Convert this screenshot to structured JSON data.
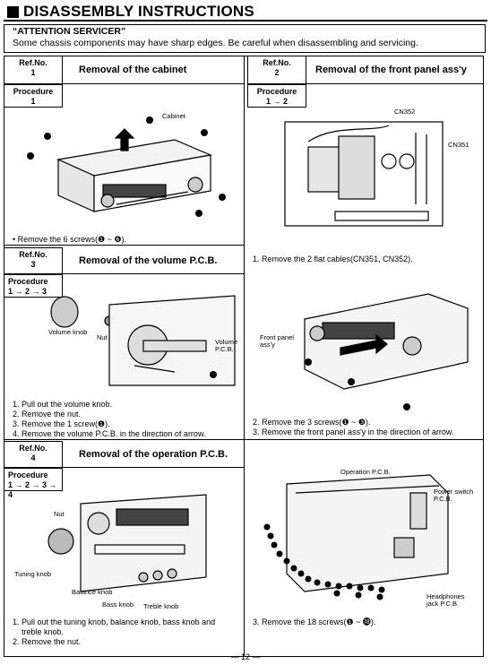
{
  "header": {
    "title": "DISASSEMBLY INSTRUCTIONS"
  },
  "attention": {
    "heading": "“ATTENTION SERVICER”",
    "text": "Some chassis components may have sharp edges.  Be careful when disassembling and servicing."
  },
  "sections": [
    {
      "ref_label": "Ref.No.",
      "ref_no": "1",
      "title": "Removal of the cabinet",
      "proc_label": "Procedure",
      "proc_seq": "1",
      "labels": {
        "cabinet": "Cabinet"
      },
      "steps": [
        "• Remove the 6 screws(❶ ~ ❻)."
      ]
    },
    {
      "ref_label": "Ref.No.",
      "ref_no": "2",
      "title": "Removal of the front panel ass'y",
      "proc_label": "Procedure",
      "proc_seq": "1 → 2",
      "labels": {
        "cn352": "CN352",
        "cn351": "CN351"
      },
      "steps": [
        "1. Remove the 2 flat cables(CN351, CN352)."
      ]
    },
    {
      "ref_label": "Ref.No.",
      "ref_no": "3",
      "title": "Removal of the volume P.C.B.",
      "proc_label": "Procedure",
      "proc_seq": "1 → 2 → 3",
      "labels": {
        "volume_knob": "Volume knob",
        "nut": "Nut",
        "volume_pcb_1": "Volume",
        "volume_pcb_2": "P.C.B."
      },
      "steps": [
        "1. Pull out the volume knob.",
        "2. Remove the nut.",
        "3. Remove the 1 screw(❶).",
        "4. Remove the volume P.C.B. in the direction of arrow."
      ]
    },
    {
      "labels": {
        "front_panel_1": "Front panel",
        "front_panel_2": "ass'y"
      },
      "steps": [
        "2. Remove the 3 screws(❶ ~ ❸).",
        "3. Remove the front panel ass'y in the direction of arrow."
      ]
    },
    {
      "ref_label": "Ref.No.",
      "ref_no": "4",
      "title": "Removal of the operation P.C.B.",
      "proc_label": "Procedure",
      "proc_seq": "1 → 2 → 3 → 4",
      "labels": {
        "nut": "Nut",
        "tuning_knob": "Tuning knob",
        "balance_knob": "Balance knob",
        "bass_knob": "Bass knob",
        "treble_knob": "Treble knob"
      },
      "steps": [
        "1. Pull out the tuning knob, balance knob, bass knob and",
        "    treble knob.",
        "2. Remove the nut."
      ]
    },
    {
      "labels": {
        "operation_pcb": "Operation P.C.B.",
        "power_switch_1": "Power switch",
        "power_switch_2": "P.C.B.",
        "headphones_1": "Headphones",
        "headphones_2": "jack P.C.B."
      },
      "steps": [
        "3. Remove the 18 screws(❶ ~ ⓲)."
      ]
    }
  ],
  "footer": {
    "page": "— 12 —"
  }
}
